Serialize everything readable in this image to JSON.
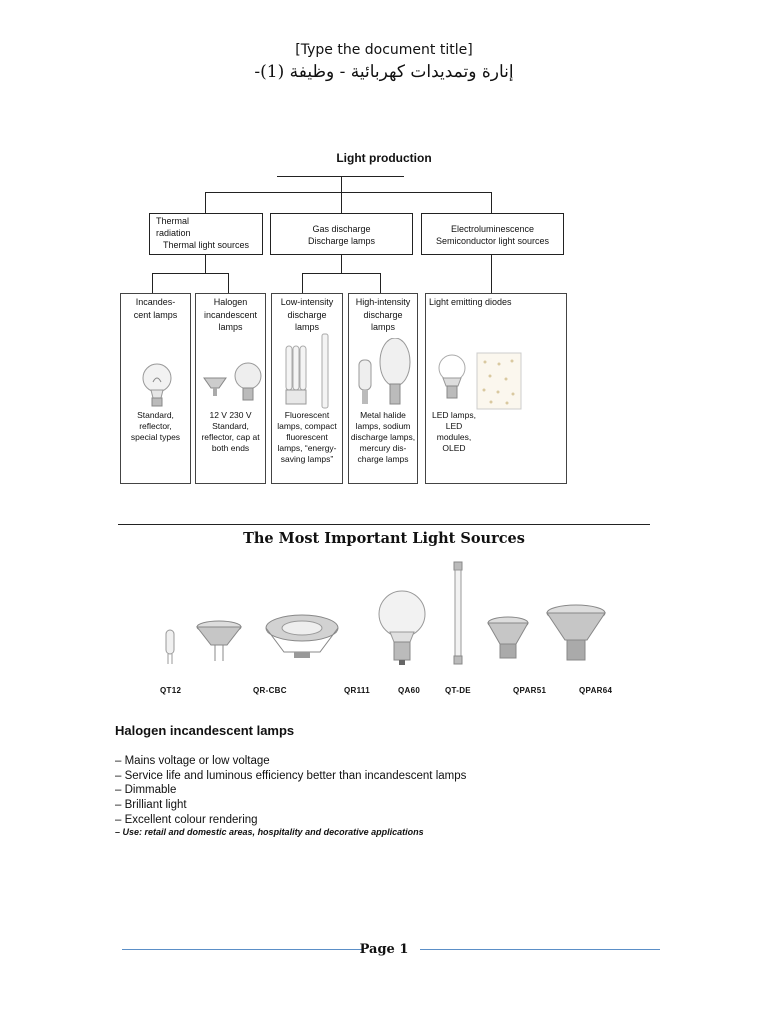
{
  "header": {
    "title": "[Type the document title]",
    "arabic_title": "إنارة وتمديدات كهربائية - وظيفة (1)-"
  },
  "diagram": {
    "root": "Light production",
    "categories": [
      {
        "title": "Thermal radiation",
        "sub": "Thermal light sources"
      },
      {
        "title": "Gas discharge",
        "sub": "Discharge lamps"
      },
      {
        "title": "Electroluminescence",
        "sub": "Semiconductor light sources"
      }
    ],
    "lamps": [
      {
        "head": "Incandes-\ncent lamps",
        "foot": "Standard,\nreflector,\nspecial types"
      },
      {
        "head": "Halogen\nincandescent\nlamps",
        "foot": "12 V       230 V\nStandard,\nreflector, cap at\nboth ends"
      },
      {
        "head": "Low-intensity\ndischarge\nlamps",
        "foot": "Fluorescent\nlamps, compact\nfluorescent\nlamps, “energy-\nsaving lamps”"
      },
      {
        "head": "High-intensity\ndischarge\nlamps",
        "foot": "Metal halide\nlamps, sodium\ndischarge lamps,\nmercury dis-\ncharge lamps"
      },
      {
        "head": "Light emitting diodes",
        "foot": "LED lamps,\nLED modules,\nOLED"
      }
    ]
  },
  "sources": {
    "title": "The Most Important Light Sources",
    "items": [
      "QT12",
      "QR-CBC",
      "QR111",
      "QA60",
      "QT-DE",
      "QPAR51",
      "QPAR64"
    ]
  },
  "section": {
    "heading": "Halogen incandescent lamps",
    "bullets": [
      "– Mains voltage or low voltage",
      "– Service life and luminous efficiency better than incandescent lamps",
      "– Dimmable",
      "– Brilliant light",
      "– Excellent colour rendering"
    ],
    "use": "– Use: retail and domestic areas, hospitality and decorative applications"
  },
  "footer": {
    "page": "Page 1",
    "rule_color": "#5b8fc7"
  }
}
